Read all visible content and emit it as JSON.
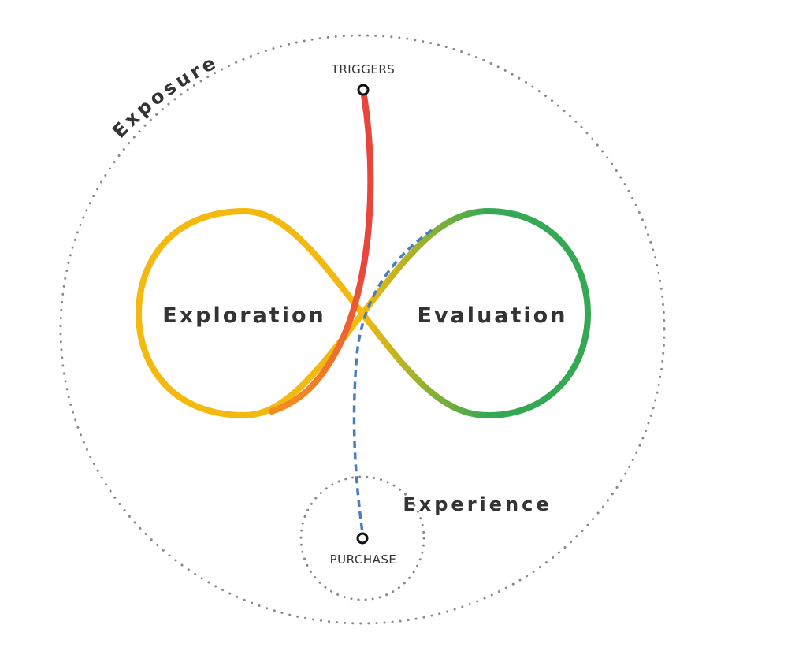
{
  "diagram": {
    "outer_zone_label": "Exposure",
    "inner_zone_label": "Experience",
    "left_loop_label": "Exploration",
    "right_loop_label": "Evaluation",
    "start_node_label": "TRIGGERS",
    "end_node_label": "PURCHASE"
  },
  "colors": {
    "exploration_loop": "#f4b90e",
    "evaluation_loop": "#34a853",
    "trigger_path": "#e8453c",
    "trigger_path_blend": "#f28c20",
    "purchase_path": "#4a7eb8",
    "boundary_dots": "#8a8a8a",
    "text": "#333333"
  }
}
